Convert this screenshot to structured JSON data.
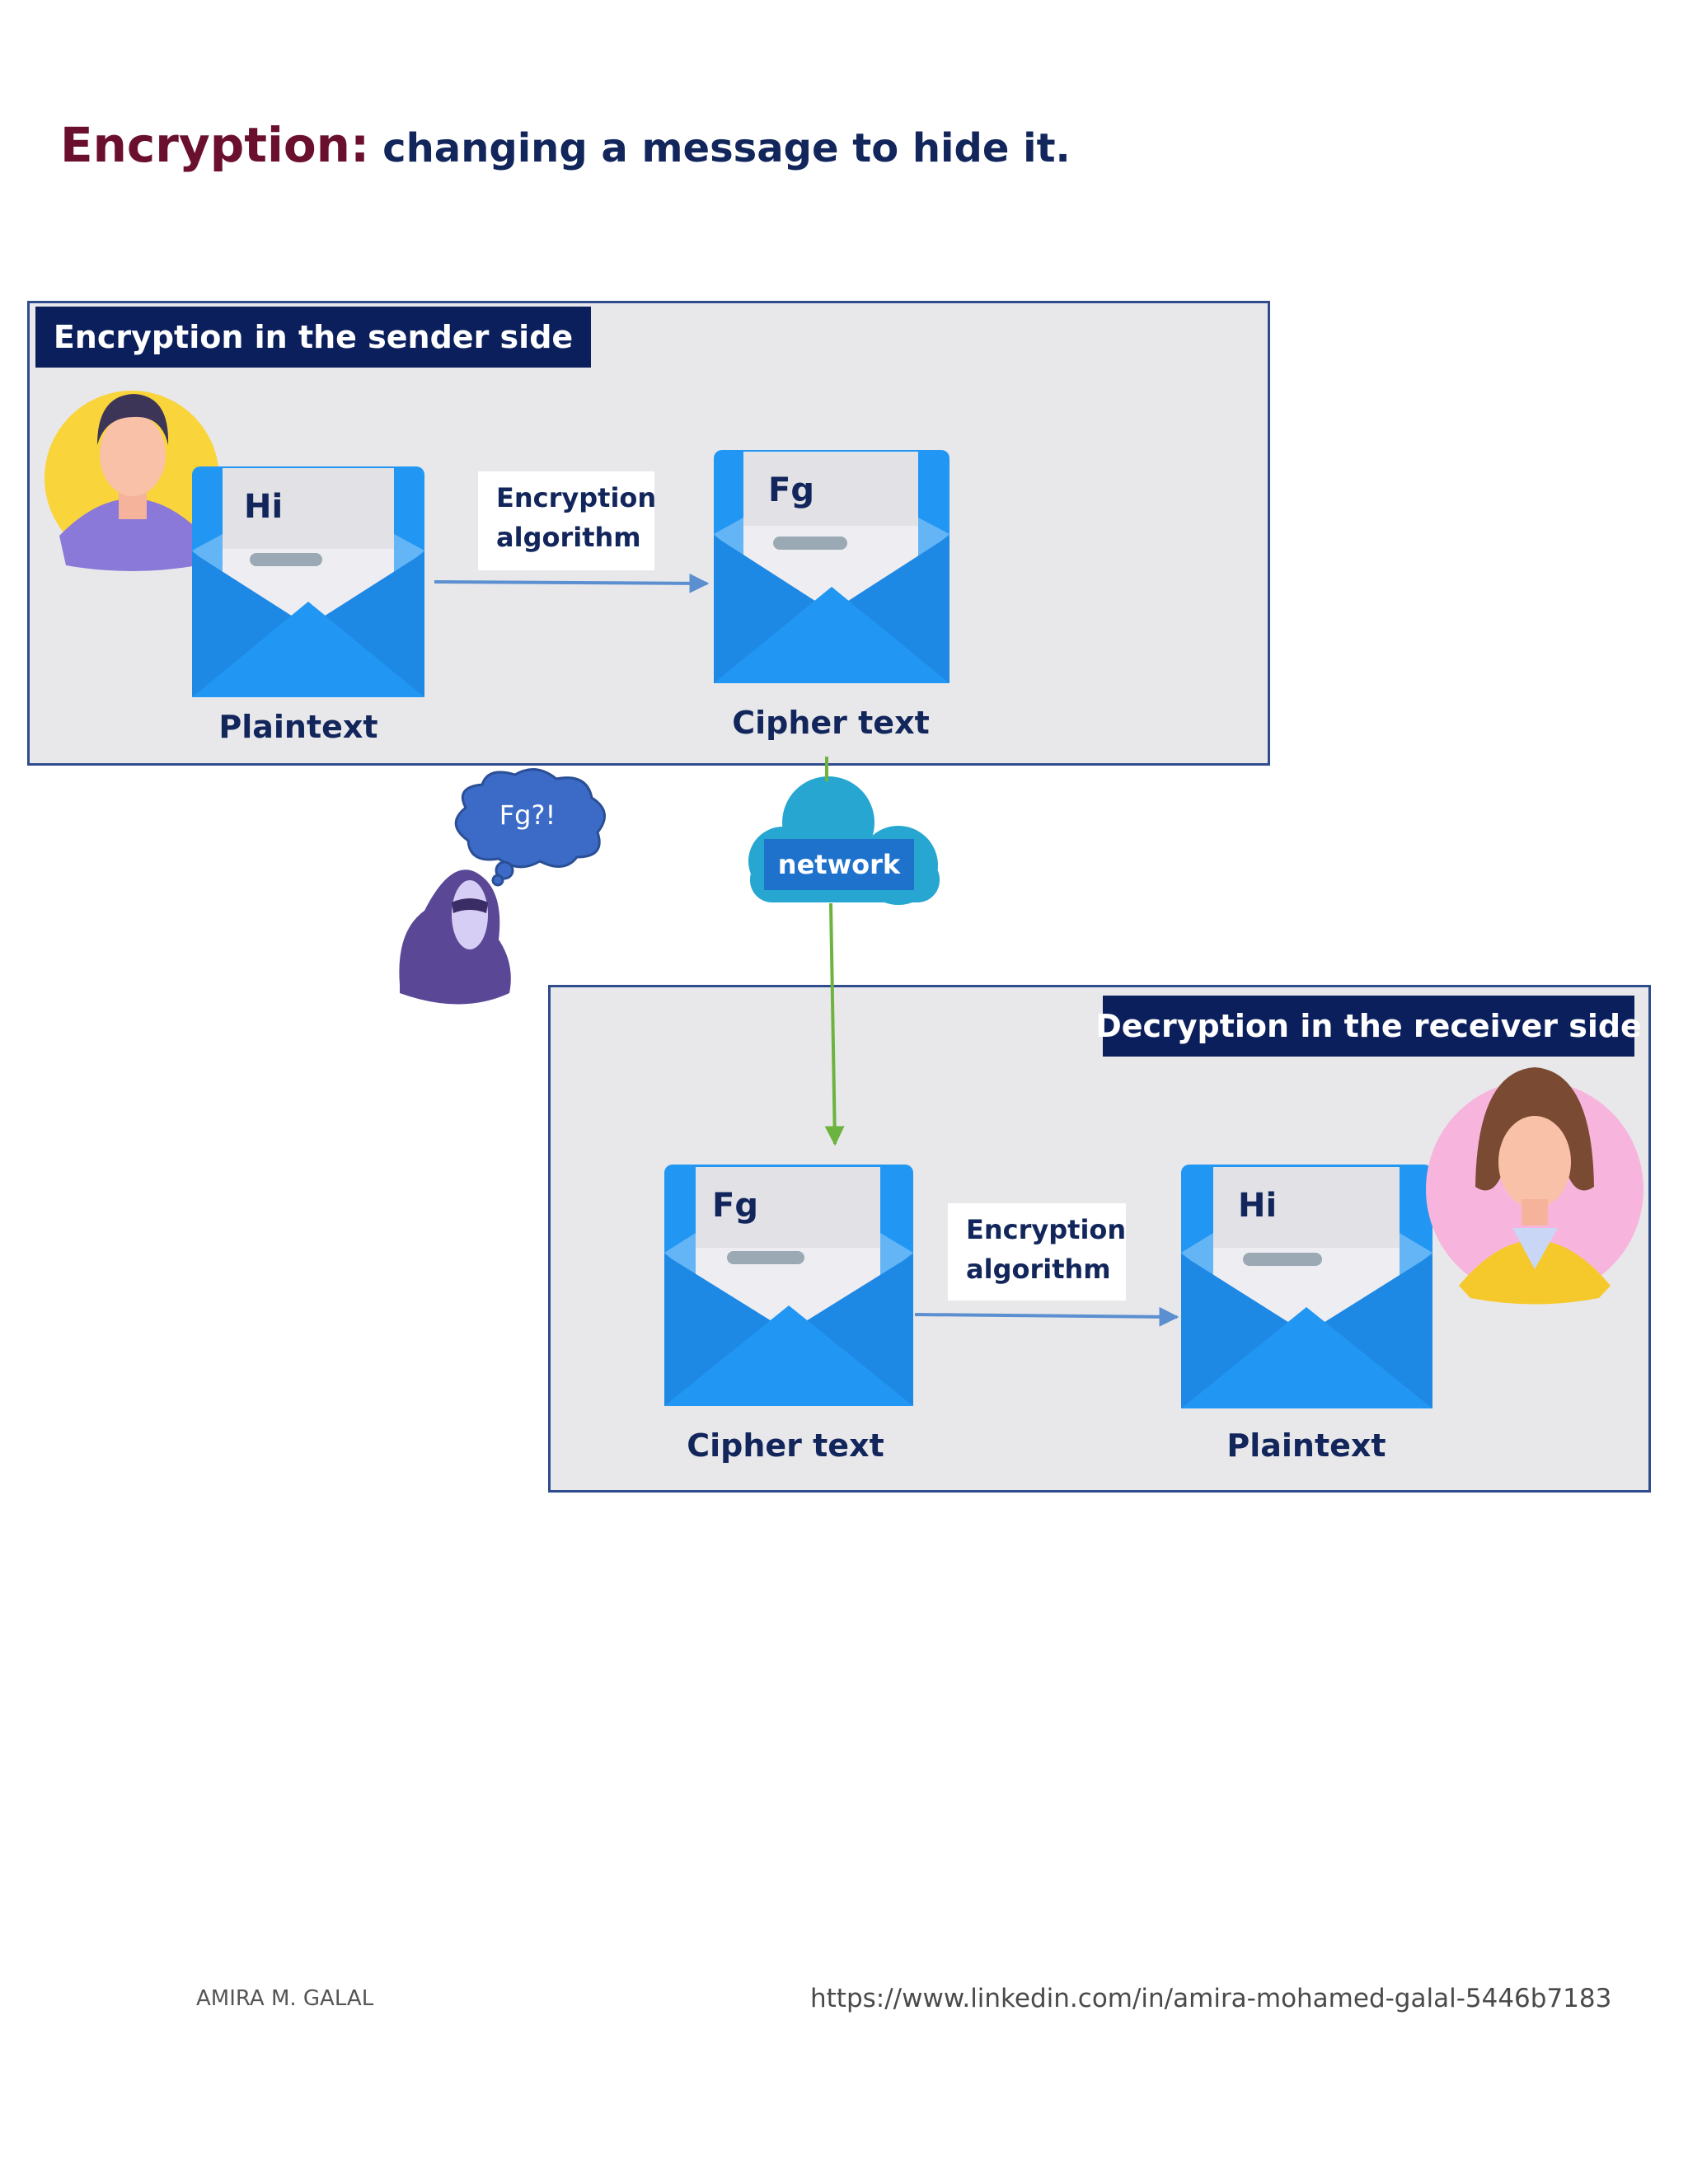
{
  "title": {
    "main": "Encryption:",
    "sub": "changing a message to hide it."
  },
  "sender": {
    "header": "Encryption in the sender side",
    "plaintext_envelope": "Hi",
    "plaintext_label": "Plaintext",
    "algorithm_line1": "Encryption",
    "algorithm_line2": "algorithm",
    "cipher_envelope": "Fg",
    "cipher_label": "Cipher text"
  },
  "network": {
    "label": "network"
  },
  "attacker": {
    "thought": "Fg?!"
  },
  "receiver": {
    "header": "Decryption in the receiver side",
    "cipher_envelope": "Fg",
    "cipher_label": "Cipher text",
    "algorithm_line1": "Encryption",
    "algorithm_line2": "algorithm",
    "plaintext_envelope": "Hi",
    "plaintext_label": "Plaintext"
  },
  "footer": {
    "author": "AMIRA M. GALAL",
    "url": "https://www.linkedin.com/in/amira-mohamed-galal-5446b7183"
  },
  "colors": {
    "title_main": "#6b0f2f",
    "title_sub": "#12265c",
    "header_bg": "#0b1f5c",
    "panel_bg": "#e8e8eb",
    "envelope_blue": "#2196f3",
    "arrow_blue": "#5b8fd0",
    "arrow_green": "#6cb33f",
    "cloud": "#26a6d1"
  }
}
